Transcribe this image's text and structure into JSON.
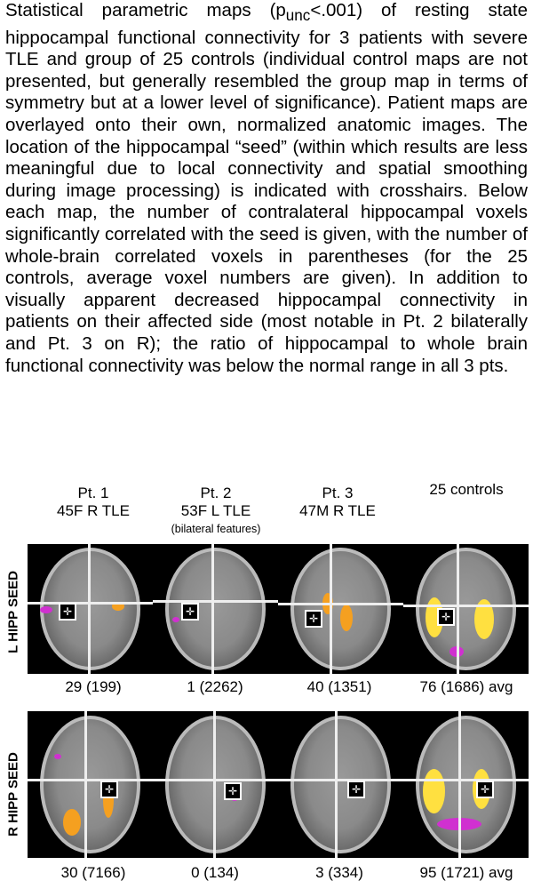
{
  "caption": "Statistical parametric maps (punc<.001) of resting state hippocampal functional connectivity for 3 patients with severe TLE and group of 25 controls (individual control maps are not presented, but generally resembled the group map in terms of symmetry but at a lower level of significance). Patient maps are overlayed onto their own, normalized anatomic images. The location of the hippocampal “seed” (within which results are less meaningful due to local connectivity and spatial smoothing during image processing) is indicated with crosshairs. Below each map, the number of contralateral hippocampal voxels significantly correlated with the seed is given, with the number of whole-brain correlated voxels in parentheses (for the 25 controls, average voxel numbers are given). In addition to visually apparent decreased hippocampal connectivity in patients on their affected side (most notable in Pt. 2 bilaterally and Pt. 3 on R); the ratio of hippocampal to whole brain functional connectivity was below the normal range in all 3 pts.",
  "caption_parts": {
    "before": "Statistical parametric maps (p",
    "sub": "unc",
    "after": "<.001) of resting state hippocampal functional connectivity for 3 patients with severe TLE and group of 25 controls (individual control maps are not presented, but generally resembled the group map in terms of symmetry but at a lower level of significance). Patient maps are overlayed onto their own, normalized anatomic images. The location of the hippocampal “seed” (within which results are less meaningful due to local connectivity and spatial smoothing during image processing) is indicated with crosshairs. Below each map, the number of contralateral hippocampal voxels significantly correlated with the seed is given, with the number of whole-brain correlated voxels in parentheses (for the 25 controls, average voxel numbers are given). In addition to visually apparent decreased hippocampal connectivity in patients on their affected side (most notable in Pt. 2 bilaterally and Pt. 3 on R); the ratio of hippocampal to whole brain functional connectivity was below the normal range in all 3 pts."
  },
  "columns": [
    {
      "title": "Pt. 1",
      "detail": "45F  R TLE"
    },
    {
      "title": "Pt. 2",
      "detail": "53F  L TLE",
      "note": "(bilateral features)"
    },
    {
      "title": "Pt. 3",
      "detail": "47M  R TLE"
    },
    {
      "title": "25 controls"
    }
  ],
  "rows": [
    {
      "label": "L HIPP SEED",
      "values": [
        "29 (199)",
        "1 (2262)",
        "40 (1351)",
        "76 (1686) avg"
      ]
    },
    {
      "label": "R HIPP SEED",
      "values": [
        "30 (7166)",
        "0 (134)",
        "3 (334)",
        "95 (1721) avg"
      ]
    }
  ],
  "seed_symbol": "✛"
}
